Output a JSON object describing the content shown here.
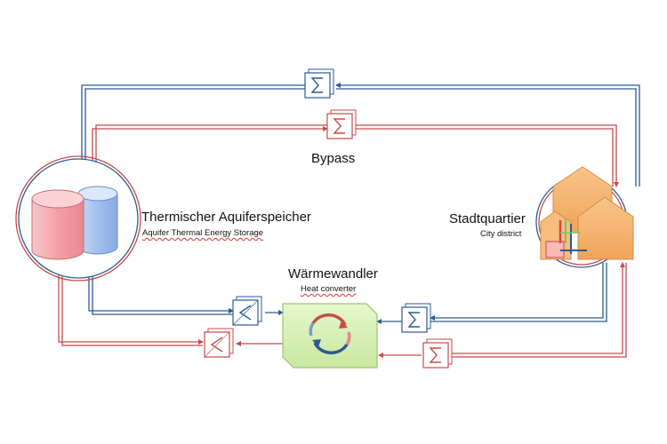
{
  "labels": {
    "bypass": "Bypass",
    "storage_de": "Thermischer Aquiferspeicher",
    "storage_en": "Aquifer Thermal Energy Storage",
    "district_de": "Stadtquartier",
    "district_en": "City district",
    "converter_de": "Wärmewandler",
    "converter_en": "Heat converter"
  },
  "colors": {
    "cold": "#2d5a8e",
    "hot": "#c84a4a",
    "tank_red": "#f3a6aa",
    "tank_blue": "#a7c3ee",
    "converter": "#d6f0b4",
    "house": "#f5b36e"
  },
  "icons": {
    "sum_block": "sigma-icon",
    "conversion_block": "less-than-icon",
    "cycle": "circular-arrows-icon"
  }
}
